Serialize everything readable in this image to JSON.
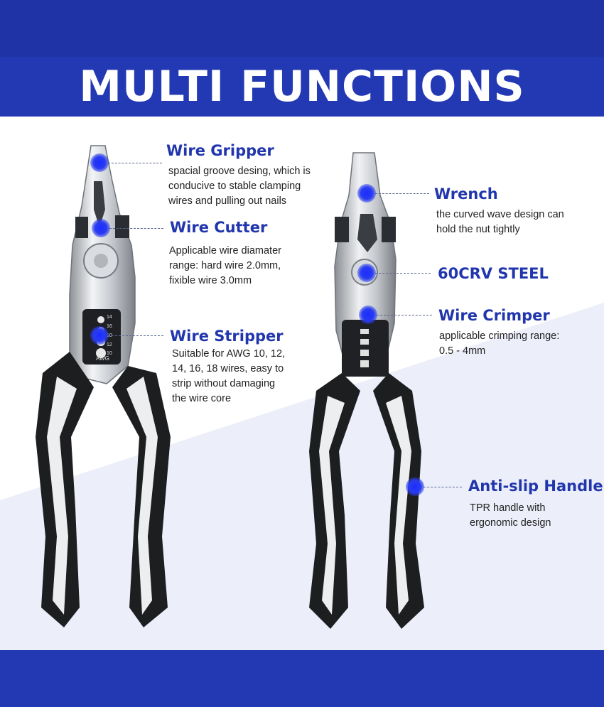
{
  "header": {
    "title": "MULTI FUNCTIONS"
  },
  "colors": {
    "brand_blue": "#2339b4",
    "accent_blue": "#2136ad",
    "dark_band": "#1f33a6"
  },
  "features": {
    "wire_gripper": {
      "label": "Wire Gripper",
      "desc": "spacial groove desing, which is\nconducive to stable clamping\nwires and pulling out nails"
    },
    "wire_cutter": {
      "label": "Wire Cutter",
      "desc": "Applicable wire diamater\nrange:  hard wire 2.0mm,\nfixible wire 3.0mm"
    },
    "wire_stripper": {
      "label": "Wire Stripper",
      "desc": "Suitable for AWG 10, 12,\n14, 16, 18 wires, easy to\nstrip without damaging\nthe wire core"
    },
    "wrench": {
      "label": "Wrench",
      "desc": "the curved wave design can\nhold the nut tightly"
    },
    "steel": {
      "label": "60CRV STEEL"
    },
    "wire_crimper": {
      "label": "Wire Crimper",
      "desc": "applicable crimping range:\n0.5 - 4mm"
    },
    "anti_slip_handle": {
      "label": "Anti-slip Handle",
      "desc": "TPR handle with\nergonomic design"
    }
  },
  "stripper_gauge": {
    "marks": [
      "14",
      "16",
      "10",
      "12",
      "10"
    ],
    "caption": "AWG"
  }
}
